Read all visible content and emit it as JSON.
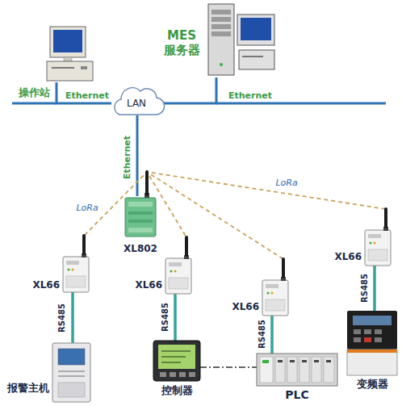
{
  "diagram": {
    "nodes": [
      {
        "text": [
          "MES 服务器"
        ]
      },
      {
        "text": [
          "操作站"
        ]
      },
      {
        "text": [
          "LAN"
        ]
      },
      {
        "text": [
          "XL802"
        ]
      },
      {
        "text": [
          "XL66"
        ]
      },
      {
        "text": [
          "XL66"
        ]
      },
      {
        "text": [
          "XL66"
        ]
      },
      {
        "text": [
          "XL66"
        ]
      },
      {
        "text": [
          "报警主机"
        ]
      },
      {
        "text": [
          "控制器"
        ]
      },
      {
        "text": [
          "PLC"
        ]
      },
      {
        "text": [
          "变频器"
        ]
      }
    ],
    "edges": [
      {
        "from": 1,
        "to": 2,
        "arrow": "none",
        "label": "Ethernet"
      },
      {
        "from": 2,
        "to": 0,
        "arrow": "none",
        "label": "Ethernet"
      },
      {
        "from": 2,
        "to": 3,
        "arrow": "none",
        "label": "Ethernet"
      },
      {
        "from": 3,
        "to": 4,
        "arrow": "none",
        "label": "LoRa"
      },
      {
        "from": 3,
        "to": 5,
        "arrow": "none"
      },
      {
        "from": 3,
        "to": 6,
        "arrow": "none"
      },
      {
        "from": 3,
        "to": 7,
        "arrow": "none",
        "label": "LoRa"
      },
      {
        "from": 4,
        "to": 8,
        "arrow": "none",
        "label": "RS485"
      },
      {
        "from": 5,
        "to": 9,
        "arrow": "none",
        "label": "RS485"
      },
      {
        "from": 6,
        "to": 10,
        "arrow": "none",
        "label": "RS485"
      },
      {
        "from": 7,
        "to": 11,
        "arrow": "none",
        "label": "RS485"
      },
      {
        "from": 9,
        "to": 10,
        "arrow": "none"
      }
    ]
  }
}
